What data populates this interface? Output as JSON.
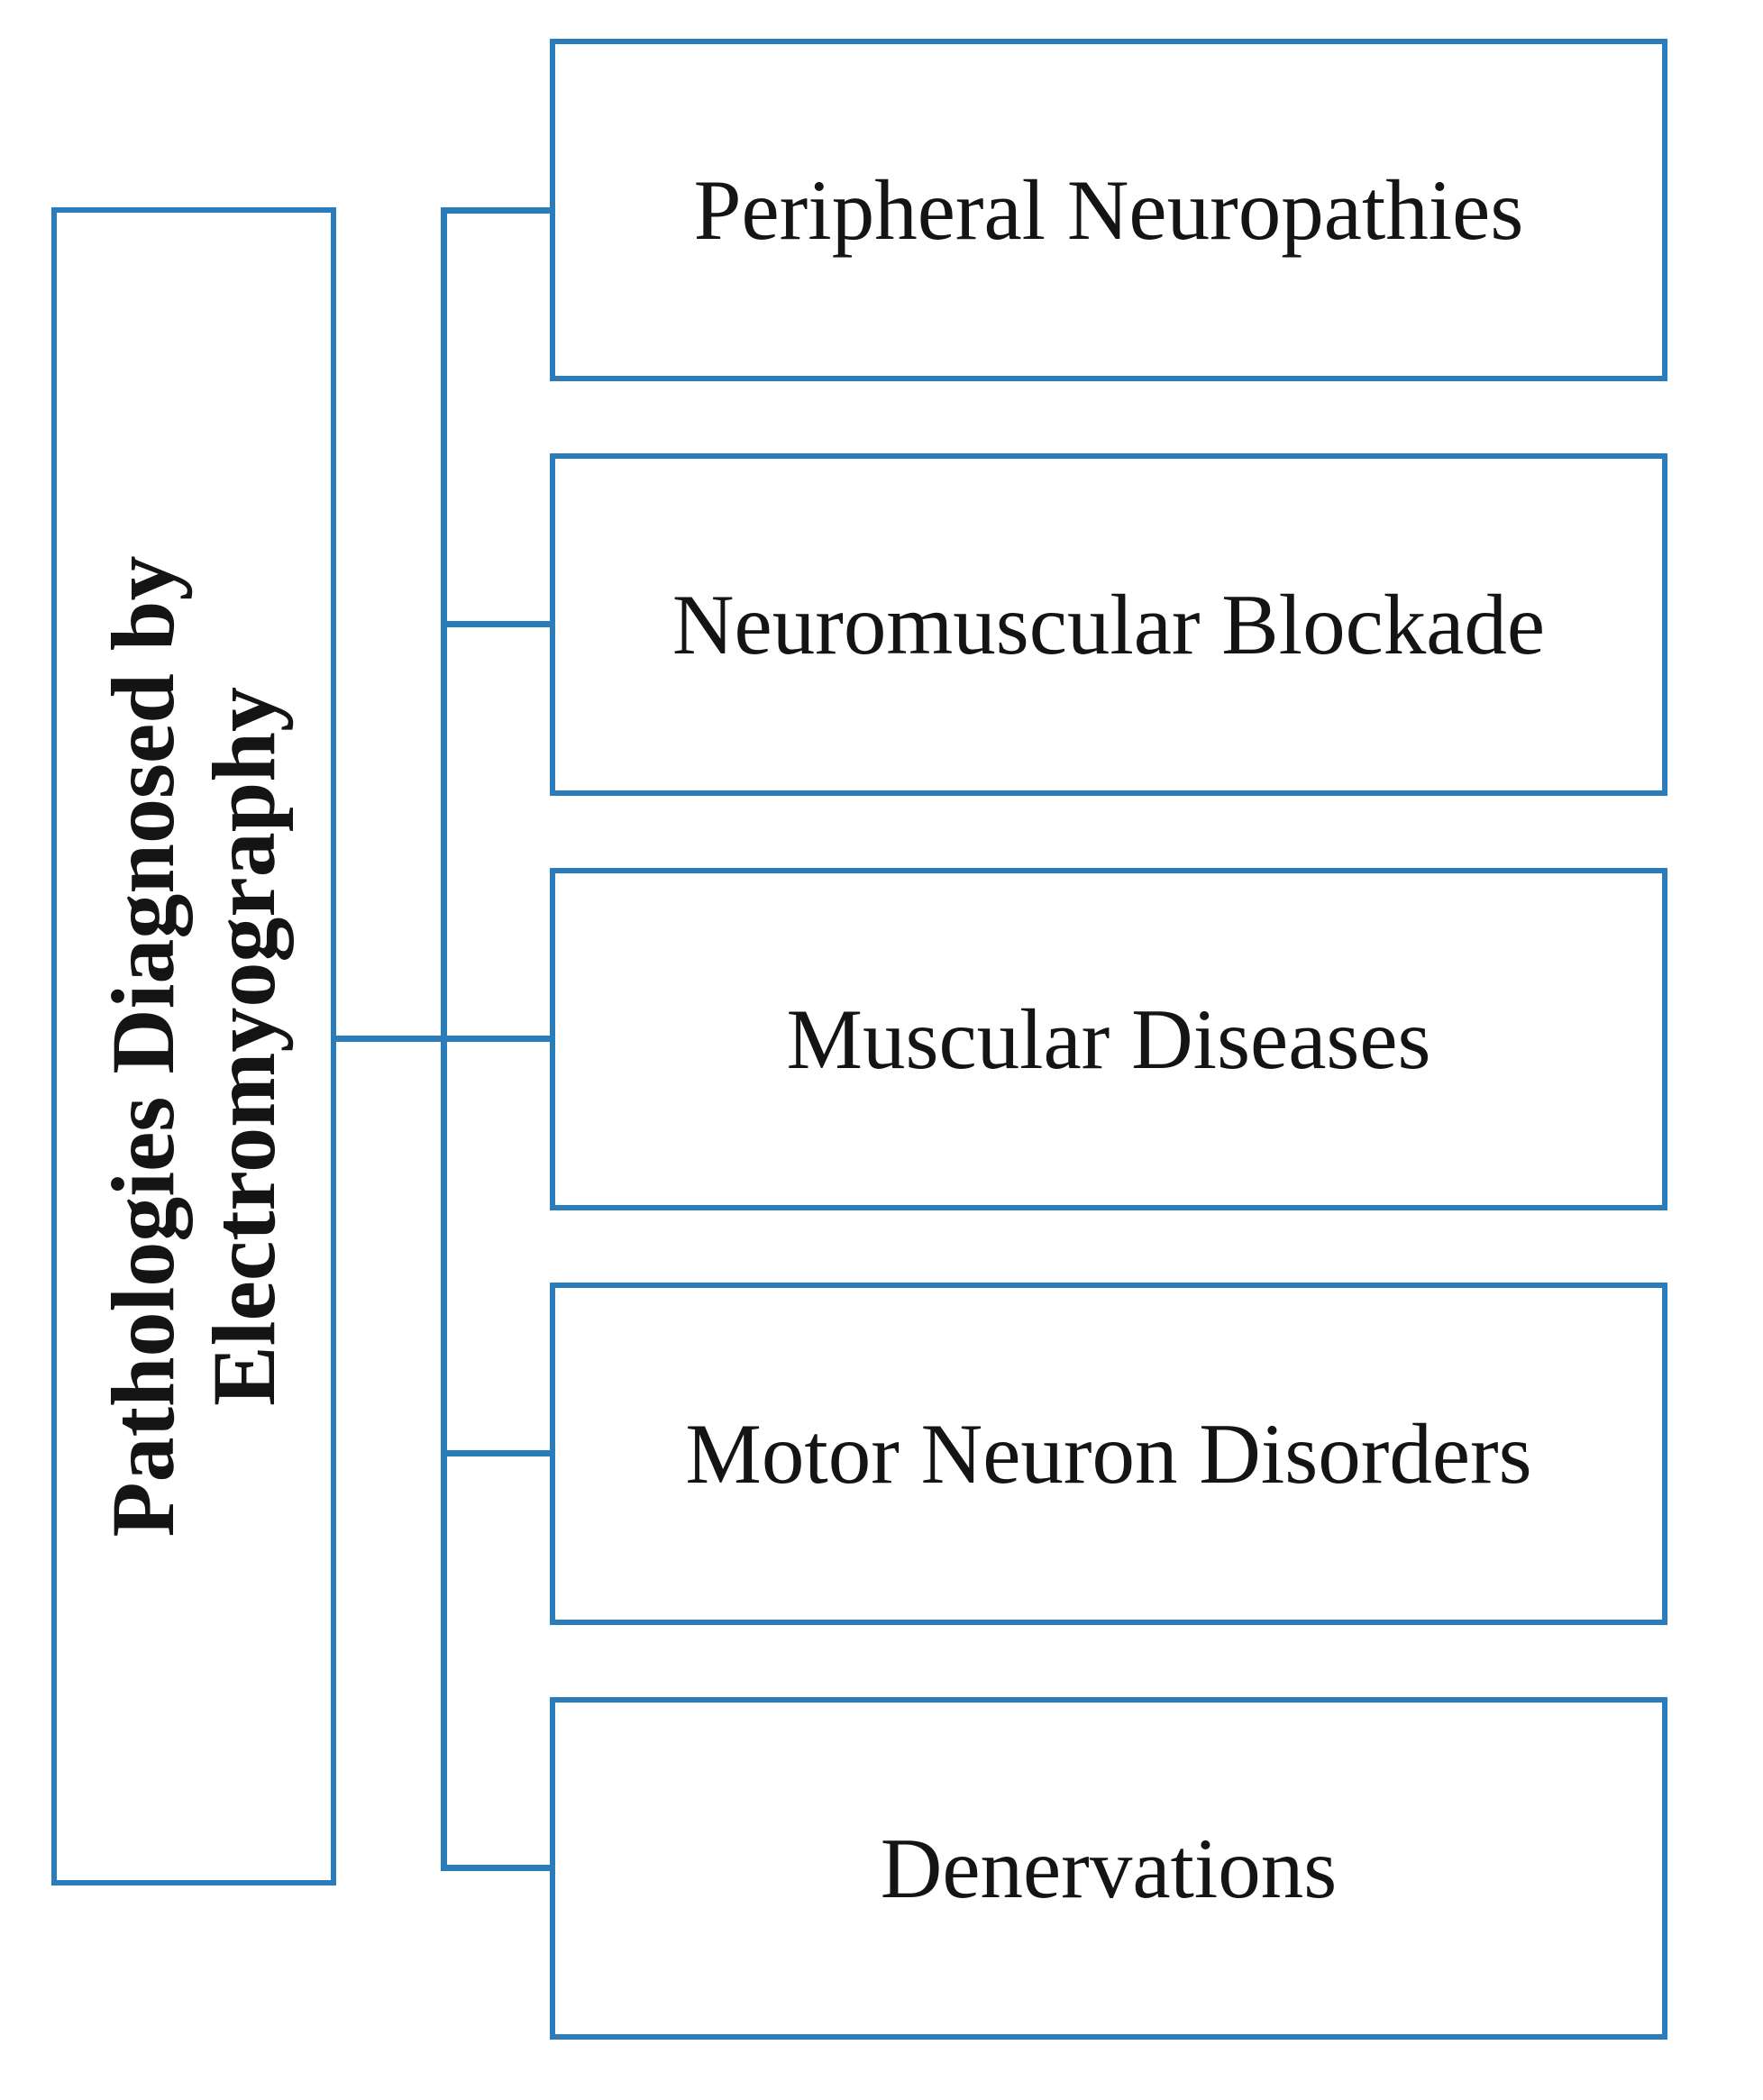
{
  "diagram": {
    "title_box": {
      "line1": "Pathologies Diagnosed by",
      "line2": "Electromyography"
    },
    "children": [
      {
        "label": "Peripheral Neuropathies"
      },
      {
        "label": "Neuromuscular Blockade"
      },
      {
        "label": "Muscular Diseases"
      },
      {
        "label": "Motor Neuron Disorders"
      },
      {
        "label": "Denervations"
      }
    ],
    "colors": {
      "line_blue": "#2b7cba",
      "text_black": "#141414",
      "background": "#ffffff"
    }
  }
}
